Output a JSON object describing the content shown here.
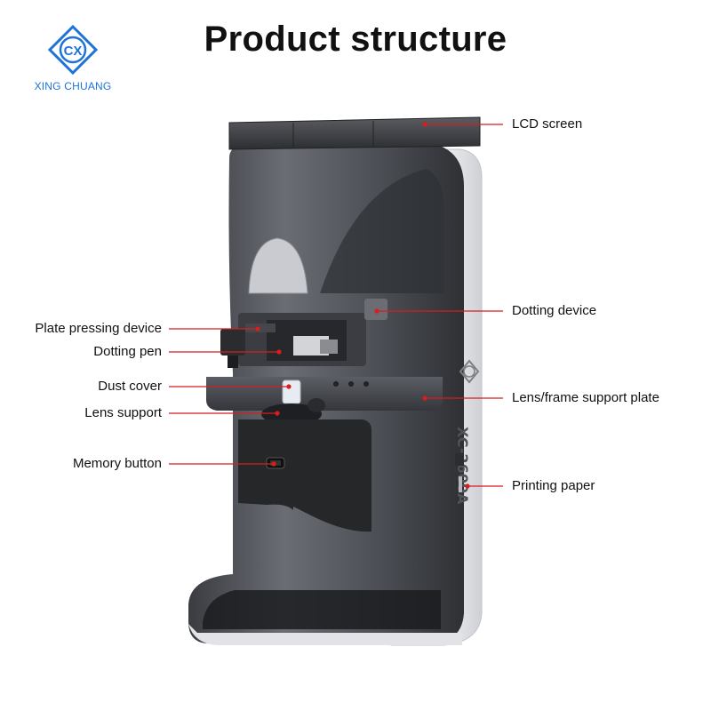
{
  "brand": {
    "name": "XING CHUANG",
    "logo_mark": "CX",
    "color": "#1e73d8"
  },
  "title": "Product structure",
  "device": {
    "model_text": "XC-2600A",
    "body_color": "#e9eaee",
    "shell_color": "#4a4c52",
    "accent_color": "#d51f1f"
  },
  "callouts": {
    "left": [
      {
        "label": "Plate pressing device"
      },
      {
        "label": "Dotting pen"
      },
      {
        "label": "Dust cover"
      },
      {
        "label": "Lens support"
      },
      {
        "label": "Memory button"
      }
    ],
    "right": [
      {
        "label": "LCD screen"
      },
      {
        "label": "Dotting device"
      },
      {
        "label": "Lens/frame support plate"
      },
      {
        "label": "Printing paper"
      }
    ]
  }
}
